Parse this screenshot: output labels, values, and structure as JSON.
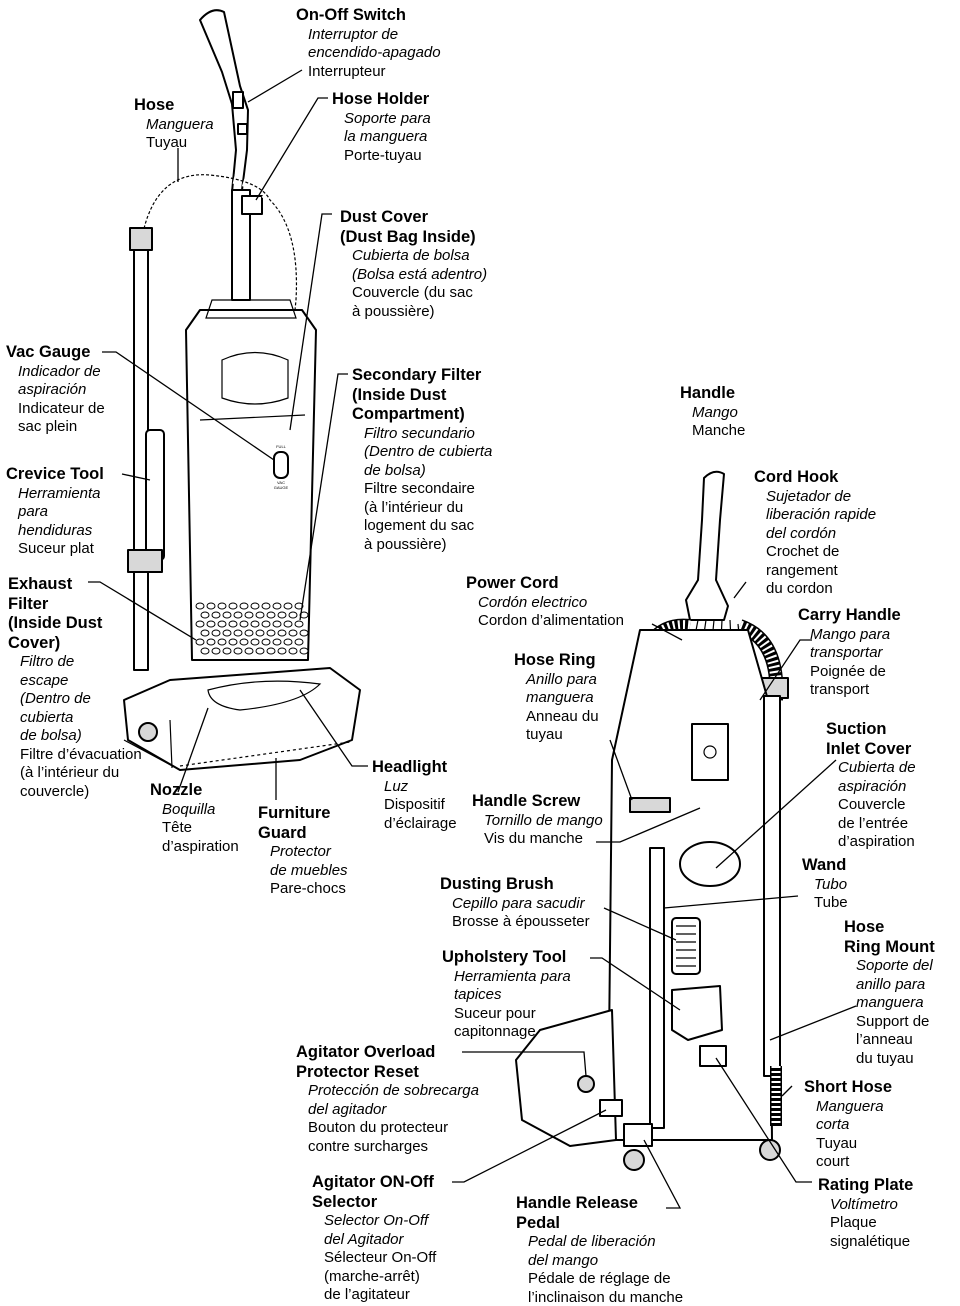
{
  "labels": {
    "on_off_switch": {
      "title": [
        "On-Off Switch"
      ],
      "es": [
        "Interruptor de",
        "encendido-apagado"
      ],
      "fr": [
        "Interrupteur"
      ]
    },
    "hose": {
      "title": [
        "Hose"
      ],
      "es": [
        "Manguera"
      ],
      "fr": [
        "Tuyau"
      ]
    },
    "hose_holder": {
      "title": [
        "Hose Holder"
      ],
      "es": [
        "Soporte para",
        "la manguera"
      ],
      "fr": [
        "Porte-tuyau"
      ]
    },
    "dust_cover": {
      "title": [
        "Dust Cover",
        "(Dust Bag Inside)"
      ],
      "es": [
        "Cubierta de bolsa",
        "(Bolsa está adentro)"
      ],
      "fr": [
        "Couvercle (du sac",
        " à poussière)"
      ]
    },
    "vac_gauge": {
      "title": [
        "Vac Gauge"
      ],
      "es": [
        "Indicador de",
        "aspiración"
      ],
      "fr": [
        "Indicateur de",
        "sac plein"
      ]
    },
    "secondary_filter": {
      "title": [
        "Secondary Filter",
        "(Inside Dust",
        "Compartment)"
      ],
      "es": [
        "Filtro secundario",
        "(Dentro de cubierta",
        "de bolsa)"
      ],
      "fr": [
        "Filtre secondaire",
        "(à l’intérieur du",
        "logement du sac",
        "à poussière)"
      ]
    },
    "crevice_tool": {
      "title": [
        "Crevice Tool"
      ],
      "es": [
        "Herramienta",
        "para",
        "hendiduras"
      ],
      "fr": [
        "Suceur plat"
      ]
    },
    "exhaust_filter": {
      "title": [
        "Exhaust",
        "Filter",
        "(Inside Dust",
        "Cover)"
      ],
      "es": [
        "Filtro de",
        "escape",
        "(Dentro de",
        "cubierta",
        "de bolsa)"
      ],
      "fr": [
        "Filtre d’évacuation",
        "(à l’intérieur du",
        "couvercle)"
      ]
    },
    "nozzle": {
      "title": [
        "Nozzle"
      ],
      "es": [
        "Boquilla"
      ],
      "fr": [
        "Tête",
        "d’aspiration"
      ]
    },
    "furniture_guard": {
      "title": [
        "Furniture",
        "Guard"
      ],
      "es": [
        "Protector",
        "de muebles"
      ],
      "fr": [
        "Pare-chocs"
      ]
    },
    "headlight": {
      "title": [
        "Headlight"
      ],
      "es": [
        "Luz"
      ],
      "fr": [
        "Dispositif",
        "d’éclairage"
      ]
    },
    "handle": {
      "title": [
        "Handle"
      ],
      "es": [
        "Mango"
      ],
      "fr": [
        "Manche"
      ]
    },
    "cord_hook": {
      "title": [
        "Cord Hook"
      ],
      "es": [
        "Sujetador de",
        "liberación rapide",
        "del cordón"
      ],
      "fr": [
        "Crochet de",
        "rangement",
        "du cordon"
      ]
    },
    "power_cord": {
      "title": [
        "Power Cord"
      ],
      "es": [
        "Cordón electrico"
      ],
      "fr": [
        "Cordon d’alimentation"
      ]
    },
    "carry_handle": {
      "title": [
        "Carry Handle"
      ],
      "es": [
        "Mango para",
        "transportar"
      ],
      "fr": [
        "Poignée de",
        "transport"
      ]
    },
    "hose_ring": {
      "title": [
        "Hose Ring"
      ],
      "es": [
        "Anillo para",
        "manguera"
      ],
      "fr": [
        "Anneau du",
        "tuyau"
      ]
    },
    "suction_inlet_cover": {
      "title": [
        "Suction",
        "Inlet Cover"
      ],
      "es": [
        "Cubierta de",
        "aspiración"
      ],
      "fr": [
        "Couvercle",
        "de l’entrée",
        "d’aspiration"
      ]
    },
    "handle_screw": {
      "title": [
        "Handle Screw"
      ],
      "es": [
        "Tornillo de mango"
      ],
      "fr": [
        "Vis du manche"
      ]
    },
    "wand": {
      "title": [
        "Wand"
      ],
      "es": [
        "Tubo"
      ],
      "fr": [
        "Tube"
      ]
    },
    "dusting_brush": {
      "title": [
        "Dusting Brush"
      ],
      "es": [
        "Cepillo para sacudir"
      ],
      "fr": [
        "Brosse à épousseter"
      ]
    },
    "hose_ring_mount": {
      "title": [
        "Hose",
        "Ring Mount"
      ],
      "es": [
        "Soporte del",
        "anillo para",
        "manguera"
      ],
      "fr": [
        "Support de",
        "l’anneau",
        "du tuyau"
      ]
    },
    "upholstery_tool": {
      "title": [
        "Upholstery Tool"
      ],
      "es": [
        "Herramienta para",
        "tapices"
      ],
      "fr": [
        "Suceur pour",
        "capitonnage"
      ]
    },
    "agitator_overload": {
      "title": [
        "Agitator Overload",
        "Protector Reset"
      ],
      "es": [
        "Protección de sobrecarga",
        "del agitador"
      ],
      "fr": [
        "Bouton du protecteur",
        "contre surcharges"
      ]
    },
    "short_hose": {
      "title": [
        "Short Hose"
      ],
      "es": [
        "Manguera",
        "corta"
      ],
      "fr": [
        "Tuyau",
        "court"
      ]
    },
    "agitator_on_off": {
      "title": [
        "Agitator ON-Off",
        "Selector"
      ],
      "es": [
        "Selector  On-Off",
        "del Agitador"
      ],
      "fr": [
        "Sélecteur On-Off",
        "(marche-arrêt)",
        "de l’agitateur"
      ]
    },
    "handle_release_pedal": {
      "title": [
        "Handle Release",
        "Pedal"
      ],
      "es": [
        "Pedal de liberación",
        "del mango"
      ],
      "fr": [
        "Pédale de réglage de",
        "l’inclinaison du manche"
      ]
    },
    "rating_plate": {
      "title": [
        "Rating Plate"
      ],
      "es": [
        "Voltímetro"
      ],
      "fr": [
        "Plaque",
        "signalétique"
      ]
    }
  },
  "gauge_marks": {
    "full": "FULL",
    "vac": "VAC",
    "gauge": "GAUGE"
  }
}
